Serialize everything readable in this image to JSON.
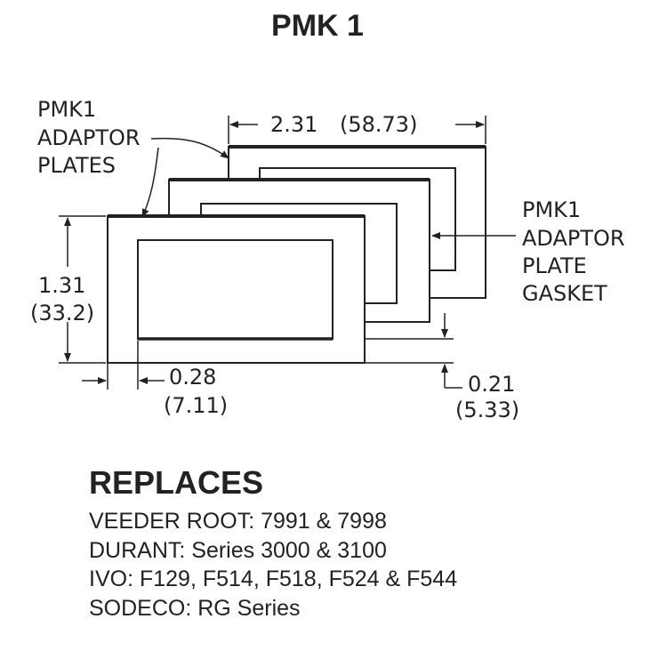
{
  "title": "PMK 1",
  "labels": {
    "plates_line1": "PMK1",
    "plates_line2": "ADAPTOR",
    "plates_line3": "PLATES",
    "gasket_line1": "PMK1",
    "gasket_line2": "ADAPTOR",
    "gasket_line3": "PLATE",
    "gasket_line4": "GASKET"
  },
  "dimensions": {
    "width_in": "2.31",
    "width_mm": "(58.73)",
    "height_in": "1.31",
    "height_mm": "(33.2)",
    "border_in": "0.28",
    "border_mm": "(7.11)",
    "depth_in": "0.21",
    "depth_mm": "(5.33)"
  },
  "replaces": {
    "heading": "REPLACES",
    "items": [
      "VEEDER ROOT: 7991 & 7998",
      "DURANT: Series 3000 & 3100",
      "IVO: F129, F514, F518, F524 & F544",
      "SODECO: RG Series"
    ]
  }
}
